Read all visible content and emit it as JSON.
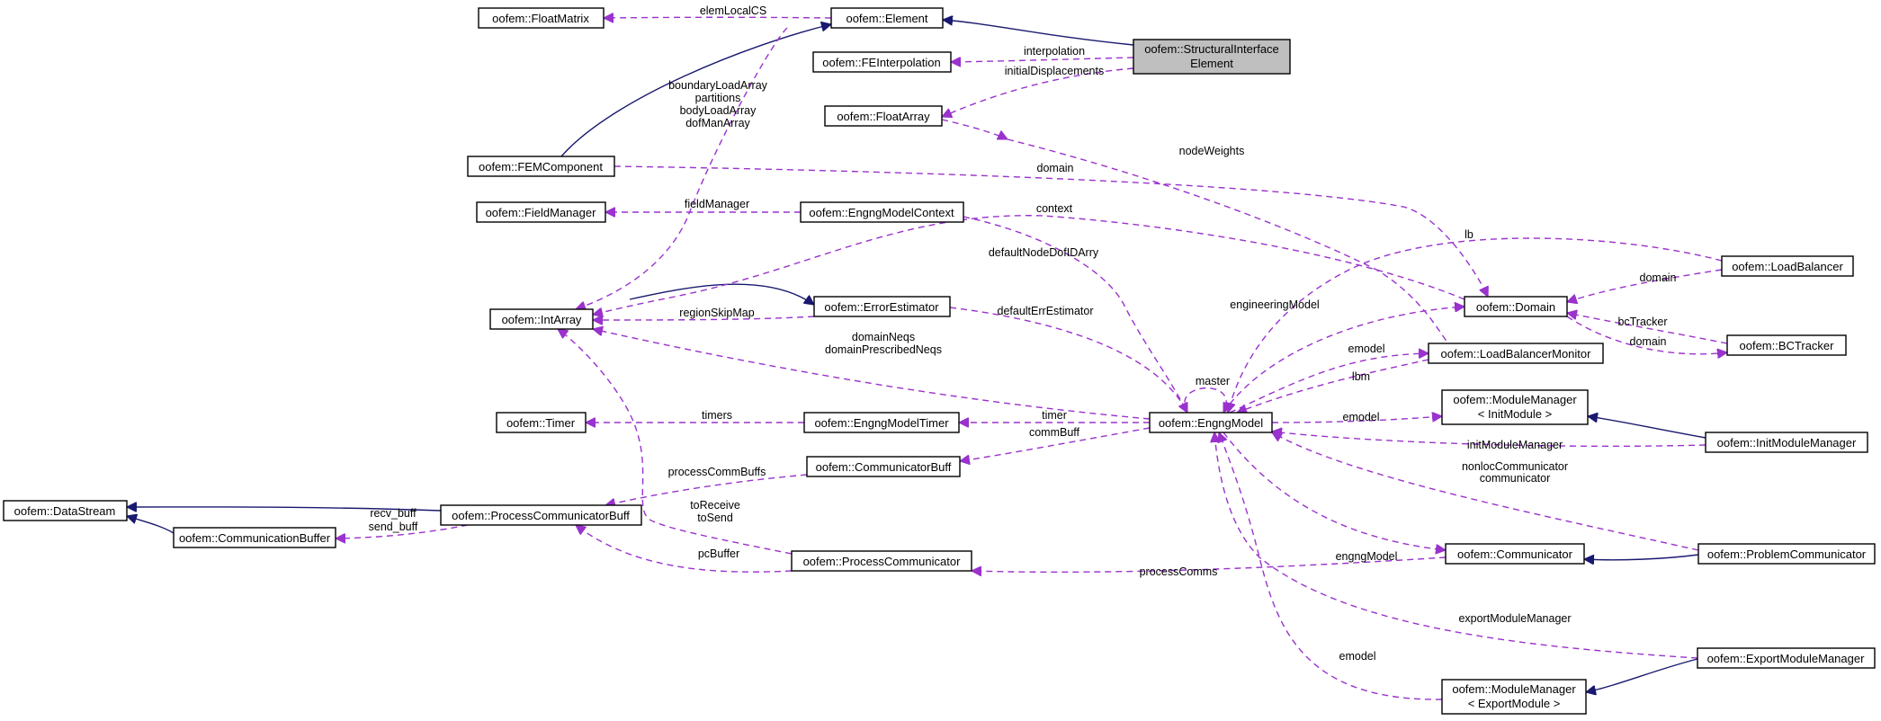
{
  "colors": {
    "inheritance": "#191970",
    "usage": "#9a32cd",
    "focus_fill": "#bfbfbf",
    "node_fill": "#ffffff"
  },
  "nodes": {
    "structural_interface_element": [
      "oofem::StructuralInterface",
      "Element"
    ],
    "element": [
      "oofem::Element"
    ],
    "float_matrix": [
      "oofem::FloatMatrix"
    ],
    "fe_interpolation": [
      "oofem::FEInterpolation"
    ],
    "float_array": [
      "oofem::FloatArray"
    ],
    "fem_component": [
      "oofem::FEMComponent"
    ],
    "field_manager": [
      "oofem::FieldManager"
    ],
    "engng_model_context": [
      "oofem::EngngModelContext"
    ],
    "int_array": [
      "oofem::IntArray"
    ],
    "error_estimator": [
      "oofem::ErrorEstimator"
    ],
    "timer": [
      "oofem::Timer"
    ],
    "engng_model_timer": [
      "oofem::EngngModelTimer"
    ],
    "communicator_buff": [
      "oofem::CommunicatorBuff"
    ],
    "data_stream": [
      "oofem::DataStream"
    ],
    "process_communicator_buff": [
      "oofem::ProcessCommunicatorBuff"
    ],
    "communication_buffer": [
      "oofem::CommunicationBuffer"
    ],
    "process_communicator": [
      "oofem::ProcessCommunicator"
    ],
    "engng_model": [
      "oofem::EngngModel"
    ],
    "domain": [
      "oofem::Domain"
    ],
    "load_balancer_monitor": [
      "oofem::LoadBalancerMonitor"
    ],
    "module_manager_init": [
      "oofem::ModuleManager",
      "< InitModule >"
    ],
    "load_balancer": [
      "oofem::LoadBalancer"
    ],
    "bc_tracker": [
      "oofem::BCTracker"
    ],
    "init_module_manager": [
      "oofem::InitModuleManager"
    ],
    "problem_communicator": [
      "oofem::ProblemCommunicator"
    ],
    "communicator": [
      "oofem::Communicator"
    ],
    "export_module_manager": [
      "oofem::ExportModuleManager"
    ],
    "module_manager_export": [
      "oofem::ModuleManager",
      "< ExportModule >"
    ]
  },
  "edges": [
    {
      "from": "element",
      "to": "structural_interface_element",
      "kind": "inheritance",
      "label": []
    },
    {
      "from": "fem_component",
      "to": "element",
      "kind": "inheritance",
      "label": []
    },
    {
      "from": "fem_component",
      "to": "error_estimator",
      "kind": "inheritance",
      "label": []
    },
    {
      "from": "data_stream",
      "to": "process_communicator_buff",
      "kind": "inheritance",
      "label": []
    },
    {
      "from": "data_stream",
      "to": "communication_buffer",
      "kind": "inheritance",
      "label": []
    },
    {
      "from": "module_manager_init",
      "to": "init_module_manager",
      "kind": "inheritance",
      "label": []
    },
    {
      "from": "communicator",
      "to": "problem_communicator",
      "kind": "inheritance",
      "label": []
    },
    {
      "from": "module_manager_export",
      "to": "export_module_manager",
      "kind": "inheritance",
      "label": []
    },
    {
      "from": "float_matrix",
      "to": "element",
      "kind": "usage",
      "label": [
        "elemLocalCS"
      ]
    },
    {
      "from": "fe_interpolation",
      "to": "structural_interface_element",
      "kind": "usage",
      "label": [
        "interpolation"
      ]
    },
    {
      "from": "float_array",
      "to": "structural_interface_element",
      "kind": "usage",
      "label": [
        "initialDisplacements"
      ]
    },
    {
      "from": "int_array",
      "to": "element",
      "kind": "usage",
      "label": [
        "boundaryLoadArray",
        "partitions",
        "bodyLoadArray",
        "dofManArray"
      ]
    },
    {
      "from": "domain",
      "to": "fem_component",
      "kind": "usage",
      "label": [
        "domain"
      ]
    },
    {
      "from": "field_manager",
      "to": "engng_model_context",
      "kind": "usage",
      "label": [
        "fieldManager"
      ]
    },
    {
      "from": "engng_model_context",
      "to": "engng_model",
      "kind": "usage",
      "label": [
        "context"
      ]
    },
    {
      "from": "float_array",
      "to": "load_balancer_monitor",
      "kind": "usage",
      "label": [
        "nodeWeights"
      ]
    },
    {
      "from": "int_array",
      "to": "domain",
      "kind": "usage",
      "label": [
        "defaultNodeDofIDArry"
      ]
    },
    {
      "from": "int_array",
      "to": "error_estimator",
      "kind": "usage",
      "label": [
        "regionSkipMap"
      ]
    },
    {
      "from": "int_array",
      "to": "engng_model",
      "kind": "usage",
      "label": [
        "domainNeqs",
        "domainPrescribedNeqs"
      ]
    },
    {
      "from": "int_array",
      "to": "process_communicator",
      "kind": "usage",
      "label": [
        "toReceive",
        "toSend"
      ]
    },
    {
      "from": "error_estimator",
      "to": "engng_model",
      "kind": "usage",
      "label": [
        "defaultErrEstimator"
      ]
    },
    {
      "from": "timer",
      "to": "engng_model_timer",
      "kind": "usage",
      "label": [
        "timers"
      ]
    },
    {
      "from": "engng_model_timer",
      "to": "engng_model",
      "kind": "usage",
      "label": [
        "timer"
      ]
    },
    {
      "from": "communicator_buff",
      "to": "engng_model",
      "kind": "usage",
      "label": [
        "commBuff"
      ]
    },
    {
      "from": "process_communicator_buff",
      "to": "communicator_buff",
      "kind": "usage",
      "label": [
        "processCommBuffs"
      ]
    },
    {
      "from": "communication_buffer",
      "to": "process_communicator_buff",
      "kind": "usage",
      "label": [
        "recv_buff",
        "send_buff"
      ]
    },
    {
      "from": "process_communicator_buff",
      "to": "process_communicator",
      "kind": "usage",
      "label": [
        "pcBuffer"
      ]
    },
    {
      "from": "process_communicator",
      "to": "communicator",
      "kind": "usage",
      "label": [
        "processComms"
      ]
    },
    {
      "from": "engng_model",
      "to": "engng_model",
      "kind": "usage",
      "label": [
        "master"
      ]
    },
    {
      "from": "engng_model",
      "to": "domain",
      "kind": "usage",
      "label": [
        "engineeringModel"
      ]
    },
    {
      "from": "engng_model",
      "to": "load_balancer_monitor",
      "kind": "usage",
      "label": [
        "emodel"
      ]
    },
    {
      "from": "load_balancer_monitor",
      "to": "engng_model",
      "kind": "usage",
      "label": [
        "lbm"
      ]
    },
    {
      "from": "load_balancer",
      "to": "engng_model",
      "kind": "usage",
      "label": [
        "lb"
      ]
    },
    {
      "from": "domain",
      "to": "load_balancer",
      "kind": "usage",
      "label": [
        "domain"
      ]
    },
    {
      "from": "bc_tracker",
      "to": "domain",
      "kind": "usage",
      "label": [
        "bcTracker"
      ]
    },
    {
      "from": "domain",
      "to": "bc_tracker",
      "kind": "usage",
      "label": [
        "domain"
      ]
    },
    {
      "from": "engng_model",
      "to": "module_manager_init",
      "kind": "usage",
      "label": [
        "emodel"
      ]
    },
    {
      "from": "init_module_manager",
      "to": "engng_model",
      "kind": "usage",
      "label": [
        "initModuleManager"
      ]
    },
    {
      "from": "problem_communicator",
      "to": "engng_model",
      "kind": "usage",
      "label": [
        "nonlocCommunicator",
        "communicator"
      ]
    },
    {
      "from": "engng_model",
      "to": "communicator",
      "kind": "usage",
      "label": [
        "engngModel"
      ]
    },
    {
      "from": "export_module_manager",
      "to": "engng_model",
      "kind": "usage",
      "label": [
        "exportModuleManager"
      ]
    },
    {
      "from": "engng_model",
      "to": "module_manager_export",
      "kind": "usage",
      "label": [
        "emodel"
      ]
    }
  ]
}
